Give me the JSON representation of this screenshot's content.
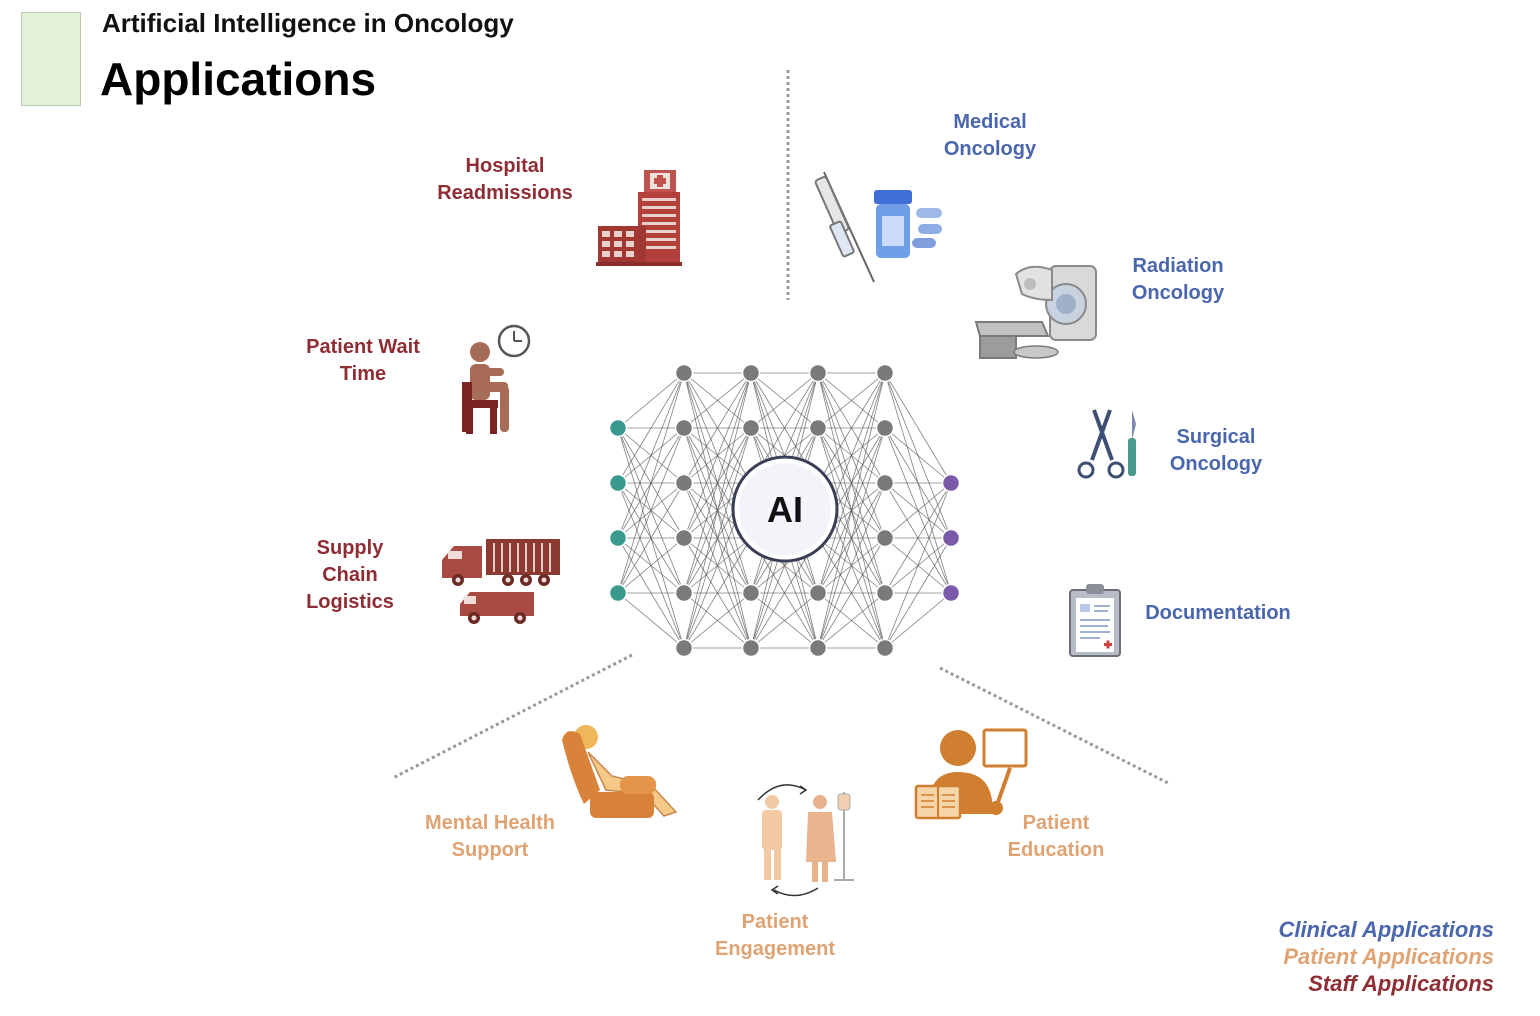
{
  "header": {
    "supertitle": "Artificial Intelligence in Oncology",
    "title": "Applications"
  },
  "center": {
    "label": "AI"
  },
  "labels": {
    "hospital_readmissions": [
      "Hospital",
      "Readmissions"
    ],
    "patient_wait_time": [
      "Patient Wait",
      "Time"
    ],
    "supply_chain_logistics": [
      "Supply",
      "Chain",
      "Logistics"
    ],
    "medical_oncology": [
      "Medical",
      "Oncology"
    ],
    "radiation_oncology": [
      "Radiation",
      "Oncology"
    ],
    "surgical_oncology": [
      "Surgical",
      "Oncology"
    ],
    "documentation": [
      "Documentation"
    ],
    "mental_health_support": [
      "Mental Health",
      "Support"
    ],
    "patient_engagement": [
      "Patient",
      "Engagement"
    ],
    "patient_education": [
      "Patient",
      "Education"
    ]
  },
  "legend": {
    "clinical": "Clinical Applications",
    "patient": "Patient Applications",
    "staff": "Staff Applications"
  },
  "colors": {
    "clinical": "#4a66ad",
    "patient": "#e0a373",
    "staff": "#8e2e34",
    "input_node": "#3a9a8e",
    "hidden_node": "#7a7a7a",
    "output_node": "#7a5aa8"
  },
  "icons": {
    "hospital": "hospital-building-icon",
    "wait": "seated-patient-clock-icon",
    "supply": "delivery-trucks-icon",
    "medical": "syringe-pill-bottle-icon",
    "radiation": "linear-accelerator-icon",
    "surgical": "scissors-scalpel-icon",
    "documentation": "clipboard-icon",
    "mental": "recliner-chair-icon",
    "engagement": "doctor-patient-iv-icon",
    "education": "teacher-reading-icon"
  }
}
